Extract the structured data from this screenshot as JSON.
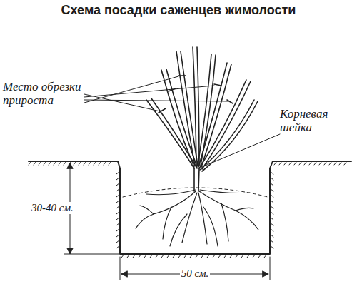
{
  "diagram": {
    "title": "Схема посадки саженцев жимолости",
    "labels": [
      "Место обрезки прироста",
      "Корневая шейка",
      "30-40 см.",
      "50 см."
    ]
  }
}
